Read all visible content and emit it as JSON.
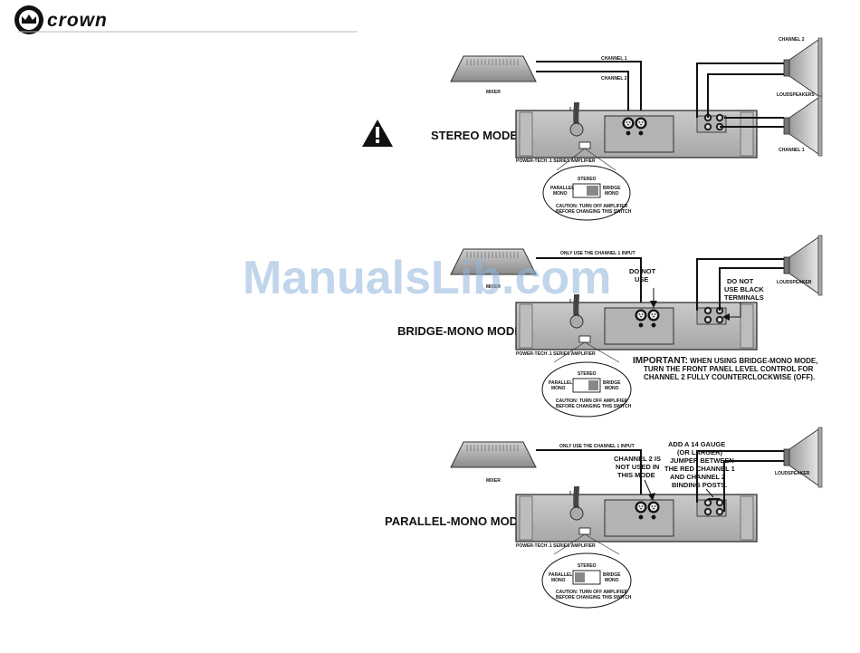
{
  "header": {
    "brand": "crown"
  },
  "watermark": "ManualsLib.com",
  "stereo": {
    "title": "STEREO MODE",
    "channel1": "CHANNEL 1",
    "channel2": "CHANNEL 2",
    "mixer": "MIXER",
    "loudspeakers": "LOUDSPEAKERS",
    "spk_top": "CHANNEL 2",
    "spk_bottom": "CHANNEL 1",
    "amp_label": "POWER-TECH .1 SERIES AMPLIFIER"
  },
  "bridge": {
    "title": "BRIDGE-MONO MODE",
    "input_note": "ONLY USE THE CHANNEL 1 INPUT",
    "do_not_use": [
      "DO NOT",
      "USE"
    ],
    "no_black": [
      "DO NOT",
      "USE BLACK",
      "TERMINALS"
    ],
    "mixer": "MIXER",
    "loudspeaker": "LOUDSPEAKER",
    "amp_label": "POWER-TECH .1 SERIES AMPLIFIER",
    "important_lead": "IMPORTANT:",
    "important_lines": [
      "WHEN USING BRIDGE-MONO MODE,",
      "TURN THE FRONT PANEL LEVEL CONTROL FOR",
      "CHANNEL 2 FULLY COUNTERCLOCKWISE (OFF)."
    ]
  },
  "parallel": {
    "title": "PARALLEL-MONO MODE",
    "input_note": "ONLY USE THE CHANNEL 1 INPUT",
    "ch2_note": [
      "CHANNEL 2 IS",
      "NOT USED IN",
      "THIS MODE"
    ],
    "jumper_note": [
      "ADD A 14 GAUGE",
      "(OR LARGER)",
      "JUMPER BETWEEN",
      "THE RED CHANNEL 1",
      "AND CHANNEL 2",
      "BINDING POSTS."
    ],
    "mixer": "MIXER",
    "loudspeaker": "LOUDSPEAKER",
    "amp_label": "POWER-TECH .1 SERIES AMPLIFIER"
  },
  "switch": {
    "stereo": "STEREO",
    "parallel": [
      "PARALLEL",
      "MONO"
    ],
    "bridge": [
      "BRIDGE",
      "MONO"
    ],
    "caution_lead": "CAUTION:",
    "caution_rest": "TURN OFF AMPLIFIER",
    "caution_line2": "BEFORE CHANGING THIS SWITCH"
  }
}
